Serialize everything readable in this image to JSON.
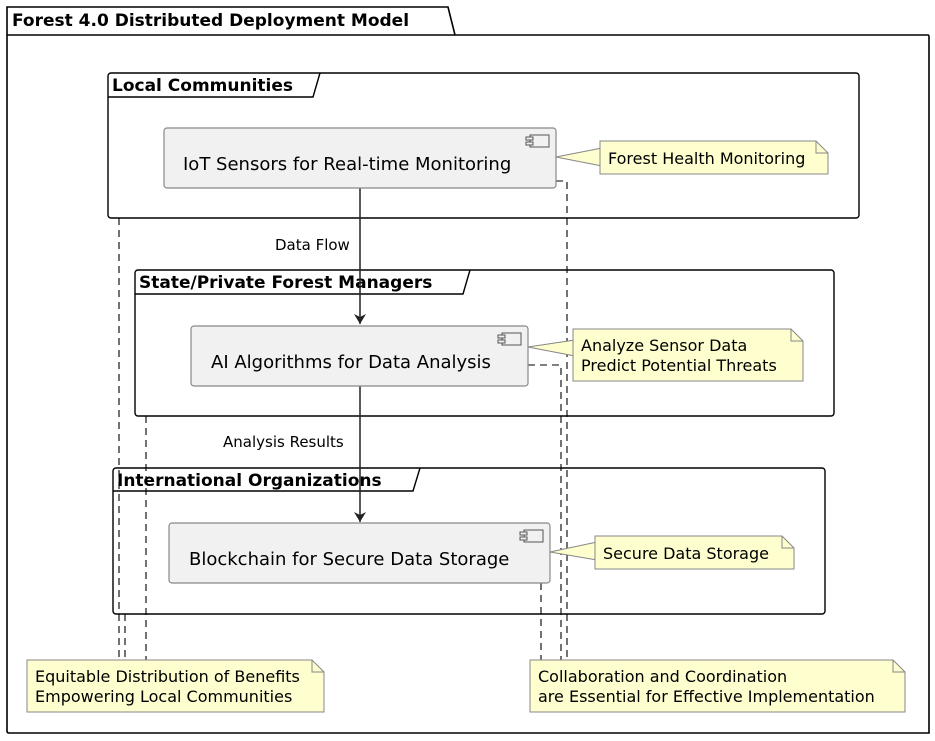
{
  "diagram": {
    "title": "Forest 4.0 Distributed Deployment Model",
    "packages": [
      {
        "title": "Local Communities"
      },
      {
        "title": "State/Private Forest Managers"
      },
      {
        "title": "International Organizations"
      }
    ],
    "components": [
      {
        "label": "IoT Sensors for Real-time Monitoring"
      },
      {
        "label": "AI Algorithms for Data Analysis"
      },
      {
        "label": "Blockchain for Secure Data Storage"
      }
    ],
    "notes": [
      {
        "lines": [
          "Forest Health Monitoring"
        ]
      },
      {
        "lines": [
          "Analyze Sensor Data",
          "Predict Potential Threats"
        ]
      },
      {
        "lines": [
          "Secure Data Storage"
        ]
      },
      {
        "lines": [
          "Equitable Distribution of Benefits",
          "Empowering Local Communities"
        ]
      },
      {
        "lines": [
          "Collaboration and Coordination",
          "are Essential for Effective Implementation"
        ]
      }
    ],
    "edges": [
      {
        "label": "Data Flow"
      },
      {
        "label": "Analysis Results"
      }
    ],
    "colors": {
      "component_fill": "#f1f1f1",
      "component_border": "#888888",
      "note_fill": "#fefece",
      "note_border": "#888888",
      "frame_border": "#000000"
    }
  }
}
